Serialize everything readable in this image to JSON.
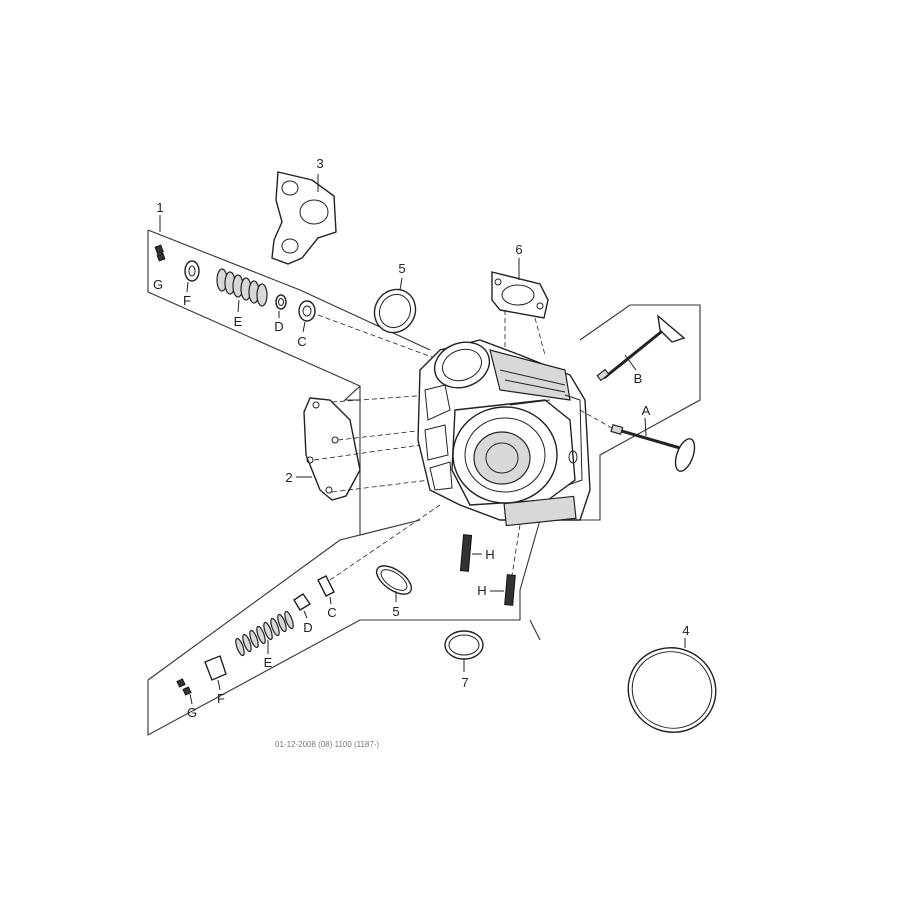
{
  "callouts": {
    "assembly_1": "1",
    "cover_plate_2": "2",
    "gasket_3": "3",
    "oring_4": "4",
    "oring_5_top": "5",
    "oring_5_bottom": "5",
    "gasket_6": "6",
    "ring_7": "7",
    "valve_a": "A",
    "valve_b": "B",
    "top_c": "C",
    "top_d": "D",
    "top_e": "E",
    "top_f": "F",
    "top_g": "G",
    "bottom_c": "C",
    "bottom_d": "D",
    "bottom_e": "E",
    "bottom_f": "F",
    "bottom_g": "G",
    "stud_h_upper": "H",
    "stud_h_lower": "H"
  },
  "footer_text": "01-12-2008 (08) 1100 (1187-)"
}
